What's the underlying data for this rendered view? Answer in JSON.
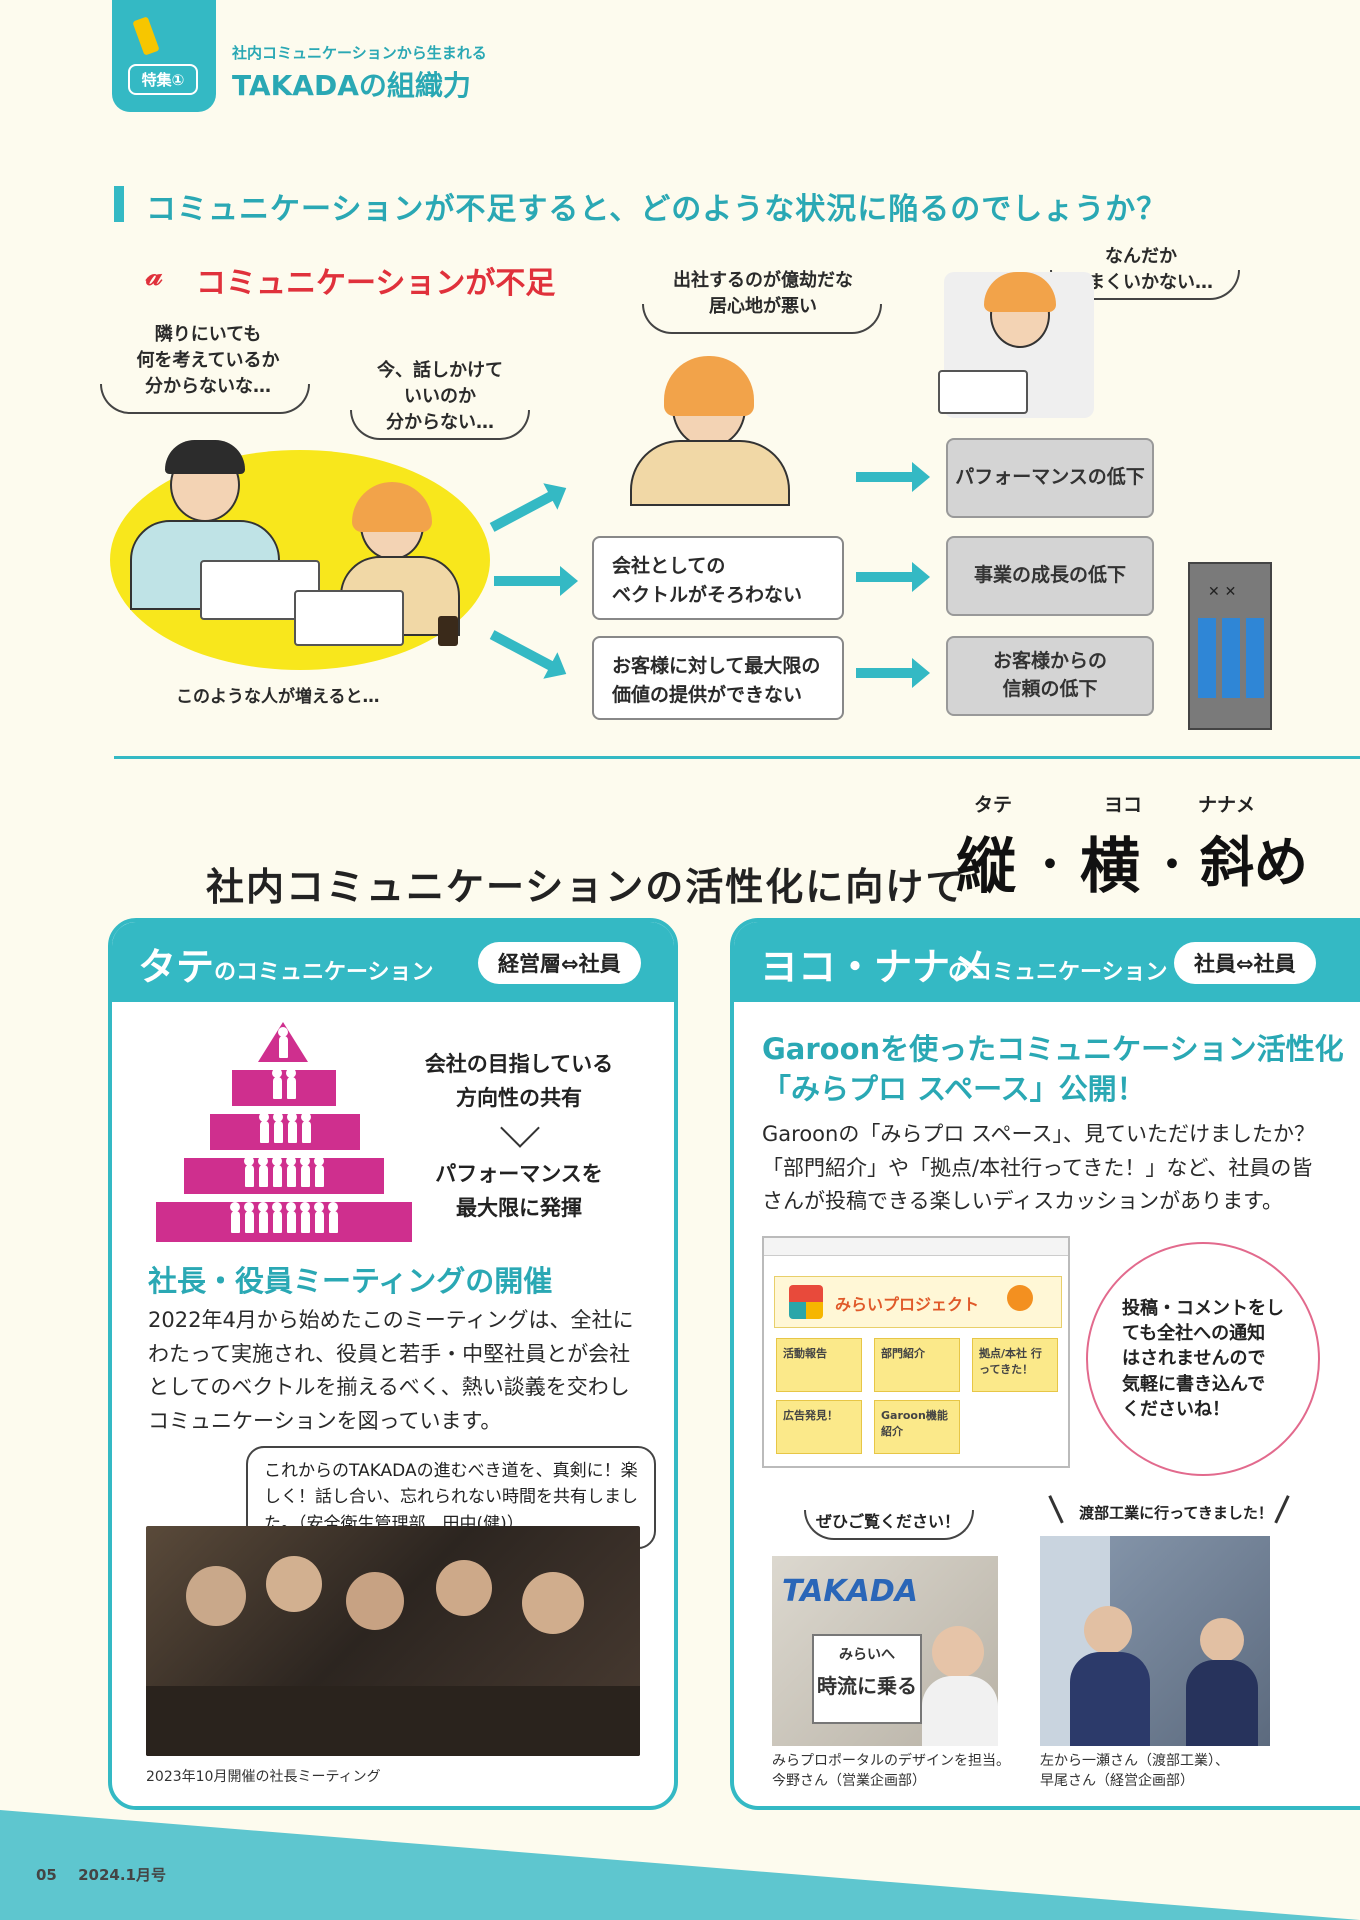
{
  "header": {
    "tag_label": "特集①",
    "subtitle": "社内コミュニケーションから生まれる",
    "title": "TAKADAの組織力"
  },
  "section1": {
    "question": "コミュニケーションが不足すると、どのような状況に陥るのでしょうか？",
    "lack_title": "コミュニケーションが不足",
    "bubble_man": [
      "隣りにいても",
      "何を考えているか",
      "分からないな…"
    ],
    "bubble_woman": [
      "今、話しかけて",
      "いいのか",
      "分からない…"
    ],
    "caption": "このような人が増えると…",
    "bubble_middle": [
      "出社するのが億劫だな",
      "居心地が悪い"
    ],
    "bubble_right": [
      "なんだか",
      "うまくいかない…"
    ],
    "causes": [
      [
        "会社としての",
        "ベクトルがそろわない"
      ],
      [
        "お客様に対して最大限の",
        "価値の提供ができない"
      ]
    ],
    "effects": [
      [
        "パフォーマンスの低下"
      ],
      [
        "事業の成長の低下"
      ],
      [
        "お客様からの",
        "信頼の低下"
      ]
    ]
  },
  "section2": {
    "title": "社内コミュニケーションの活性化に向けて",
    "kanji": [
      {
        "ruby": "タテ",
        "char": "縦"
      },
      {
        "ruby": "ヨコ",
        "char": "横"
      },
      {
        "ruby": "ナナメ",
        "char": "斜め"
      }
    ]
  },
  "card_left": {
    "title_big": "タテ",
    "title_small": "のコミュニケーション",
    "pill": "経営層⇔社員",
    "pyramid_text_top": [
      "会社の目指している",
      "方向性の共有"
    ],
    "pyramid_text_bottom": [
      "パフォーマンスを",
      "最大限に発揮"
    ],
    "heading": "社長・役員ミーティングの開催",
    "body": "2022年4月から始めたこのミーティングは、全社にわたって実施され、役員と若手・中堅社員とが会社としてのベクトルを揃えるべく、熱い談義を交わしコミュニケーションを図っています。",
    "quote": "これからのTAKADAの進むべき道を、真剣に！楽しく！話し合い、忘れられない時間を共有しました。（安全衛生管理部　田中(健)）",
    "photo_caption": "2023年10月開催の社長ミーティング"
  },
  "card_right": {
    "title_big": "ヨコ・ナナメ",
    "title_small": "のコミュニケーション",
    "pill": "社員⇔社員",
    "heading_line1": "Garoonを使ったコミュニケーション活性化",
    "heading_line2": "「みらプロ スペース」公開！",
    "body": "Garoonの「みらプロ スペース」、見ていただけましたか？「部門紹介」や「拠点/本社行ってきた！」など、社員の皆さんが投稿できる楽しいディスカッションがあります。",
    "screenshot": {
      "banner": "みらいプロジェクト",
      "tiles": [
        "活動報告",
        "部門紹介",
        "拠点/本社 行ってきた！",
        "広告発見！",
        "Garoon機能紹介"
      ]
    },
    "pink_bubble": [
      "投稿・コメントをし",
      "ても全社への通知",
      "はされませんので",
      "気軽に書き込んで",
      "くださいね！"
    ],
    "photo1_bubble": "ぜひご覧ください！",
    "photo1_logo": "TAKADA",
    "photo1_sign": [
      "みらいへ",
      "時流に乗る"
    ],
    "photo1_caption": [
      "みらプロポータルのデザインを担当。",
      "今野さん（営業企画部）"
    ],
    "photo2_bubble": "渡部工業に行ってきました！",
    "photo2_caption": [
      "左から一瀬さん（渡部工業）、",
      "早尾さん（経営企画部）"
    ]
  },
  "footer": {
    "page": "05",
    "issue": "2024.1月号"
  }
}
